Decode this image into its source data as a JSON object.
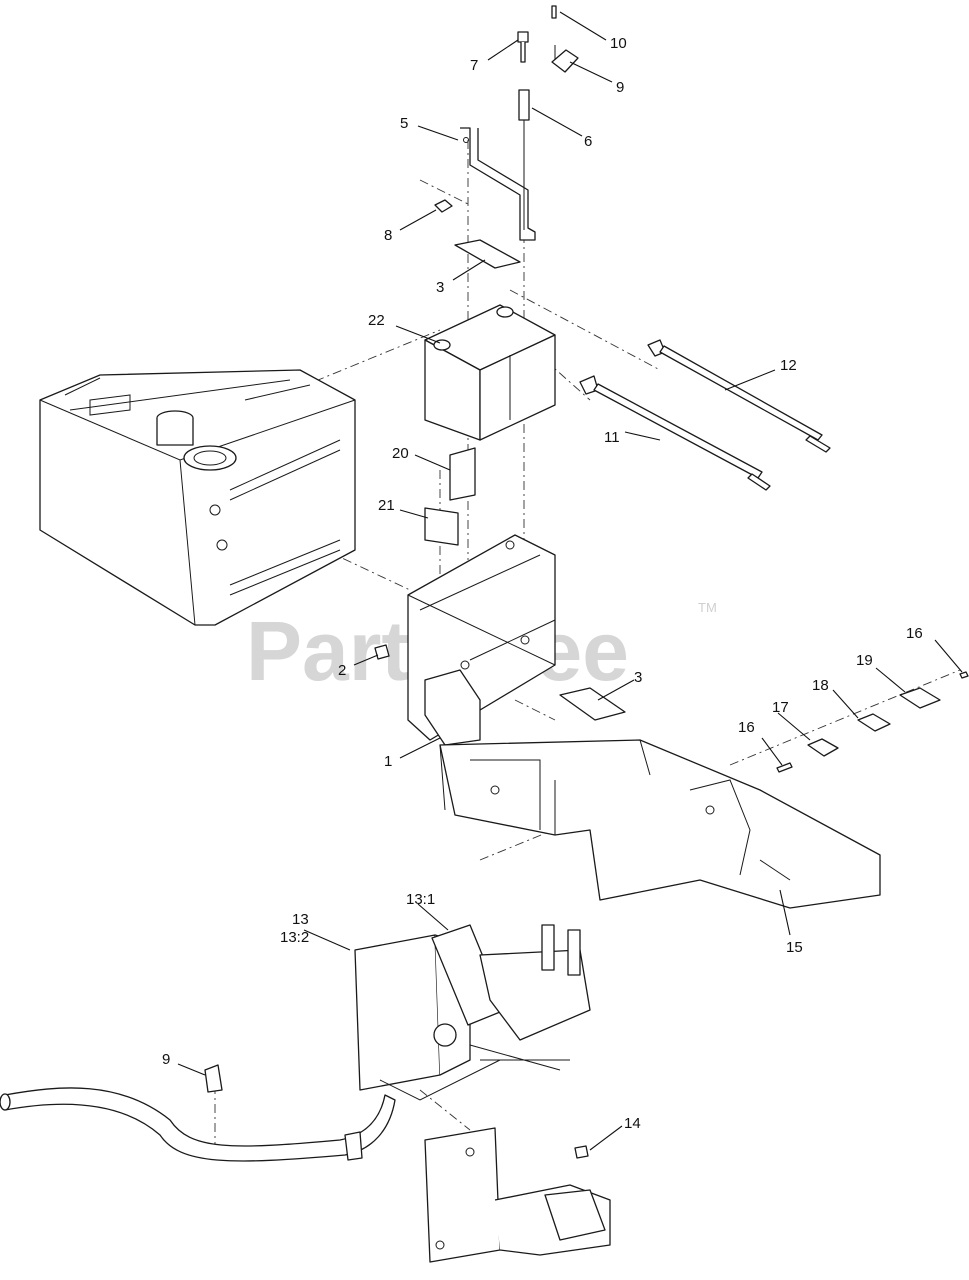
{
  "watermark": {
    "brand": "PartsTree",
    "trademark": "TM"
  },
  "callouts": [
    {
      "id": "c10",
      "label": "10"
    },
    {
      "id": "c7",
      "label": "7"
    },
    {
      "id": "c9a",
      "label": "9"
    },
    {
      "id": "c5",
      "label": "5"
    },
    {
      "id": "c6",
      "label": "6"
    },
    {
      "id": "c8",
      "label": "8"
    },
    {
      "id": "c3a",
      "label": "3"
    },
    {
      "id": "c22",
      "label": "22"
    },
    {
      "id": "c12",
      "label": "12"
    },
    {
      "id": "c11",
      "label": "11"
    },
    {
      "id": "c20",
      "label": "20"
    },
    {
      "id": "c21",
      "label": "21"
    },
    {
      "id": "c2",
      "label": "2"
    },
    {
      "id": "c3b",
      "label": "3"
    },
    {
      "id": "c16a",
      "label": "16"
    },
    {
      "id": "c19",
      "label": "19"
    },
    {
      "id": "c18",
      "label": "18"
    },
    {
      "id": "c17",
      "label": "17"
    },
    {
      "id": "c16b",
      "label": "16"
    },
    {
      "id": "c1",
      "label": "1"
    },
    {
      "id": "c13",
      "label": "13"
    },
    {
      "id": "c13_2",
      "label": "13:2"
    },
    {
      "id": "c13_1",
      "label": "13:1"
    },
    {
      "id": "c15",
      "label": "15"
    },
    {
      "id": "c9b",
      "label": "9"
    },
    {
      "id": "c14",
      "label": "14"
    }
  ]
}
